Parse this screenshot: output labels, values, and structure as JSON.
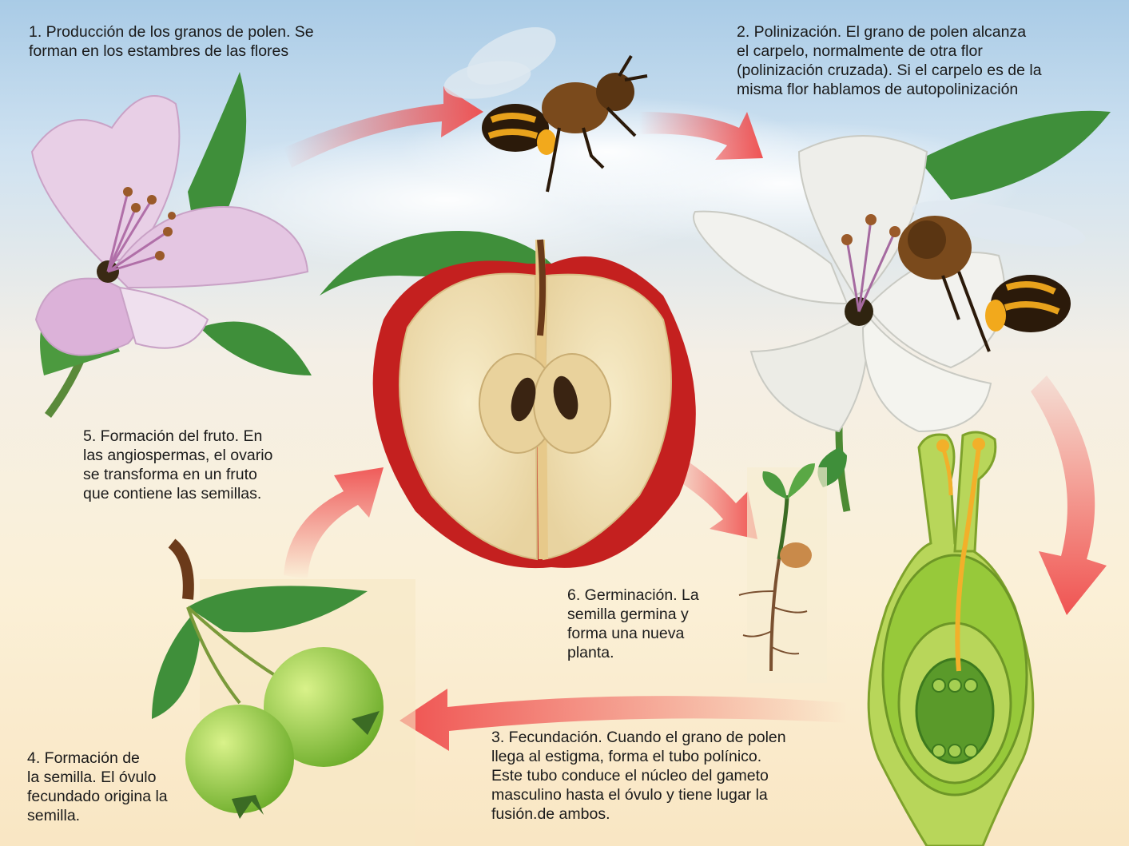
{
  "steps": {
    "step1": "1. Producción de los granos de polen. Se\nforman en los estambres de las flores",
    "step2": "2. Polinización. El grano de polen alcanza\nel carpelo, normalmente de otra flor\n(polinización cruzada). Si el carpelo es de la\nmisma flor hablamos de autopolinización",
    "step3": "3. Fecundación. Cuando el grano de polen\nllega al estigma, forma el tubo polínico.\nEste tubo conduce el núcleo del gameto\nmasculino hasta el óvulo y tiene lugar la\nfusión.de ambos.",
    "step4": "4. Formación de\nla semilla. El óvulo\nfecundado origina la\nsemilla.",
    "step5": "5. Formación del fruto. En\nlas angiospermas, el ovario\nse transforma en un fruto\nque contiene las semillas.",
    "step6": "6. Germinación. La\nsemilla germina y\nforma una nueva\nplanta."
  },
  "colors": {
    "arrow": "#ef4b4b",
    "leaf": "#3f8f3a",
    "apple_skin": "#c4201f",
    "apple_flesh": "#f3e3bb",
    "pistil": "#9ccc3c",
    "pollen_tube": "#f2b02a",
    "bee_stripe": "#e8a21c"
  },
  "icons": [
    "flower-pink-icon",
    "bee-icon",
    "flower-white-icon",
    "apple-icon",
    "seedling-icon",
    "pistil-icon",
    "green-fruits-icon"
  ]
}
